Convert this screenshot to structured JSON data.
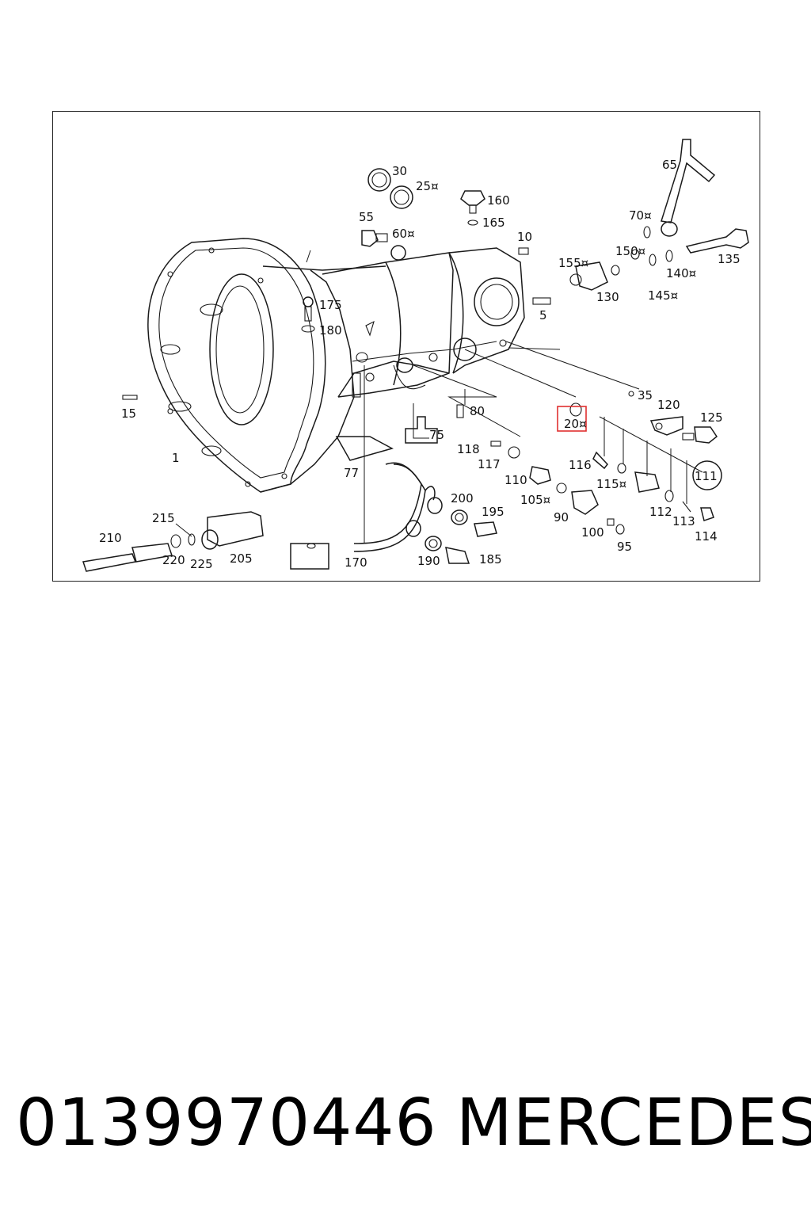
{
  "diagram": {
    "callouts": [
      {
        "id": "c30",
        "text": "30"
      },
      {
        "id": "c25",
        "text": "25¤"
      },
      {
        "id": "c160",
        "text": "160"
      },
      {
        "id": "c165",
        "text": "165"
      },
      {
        "id": "c55",
        "text": "55"
      },
      {
        "id": "c60",
        "text": "60¤"
      },
      {
        "id": "c10",
        "text": "10"
      },
      {
        "id": "c65",
        "text": "65"
      },
      {
        "id": "c70",
        "text": "70¤"
      },
      {
        "id": "c150",
        "text": "150¤"
      },
      {
        "id": "c155",
        "text": "155¤"
      },
      {
        "id": "c130",
        "text": "130"
      },
      {
        "id": "c140",
        "text": "140¤"
      },
      {
        "id": "c145",
        "text": "145¤"
      },
      {
        "id": "c135",
        "text": "135"
      },
      {
        "id": "c175",
        "text": "175"
      },
      {
        "id": "c180",
        "text": "180"
      },
      {
        "id": "c5",
        "text": "5"
      },
      {
        "id": "c35",
        "text": "35"
      },
      {
        "id": "c120",
        "text": "120"
      },
      {
        "id": "c125",
        "text": "125"
      },
      {
        "id": "c15",
        "text": "15"
      },
      {
        "id": "c80",
        "text": "80"
      },
      {
        "id": "c20",
        "text": "20¤"
      },
      {
        "id": "c75",
        "text": "75"
      },
      {
        "id": "c1",
        "text": "1"
      },
      {
        "id": "c118",
        "text": "118"
      },
      {
        "id": "c117",
        "text": "117"
      },
      {
        "id": "c116",
        "text": "116"
      },
      {
        "id": "c77",
        "text": "77"
      },
      {
        "id": "c110",
        "text": "110"
      },
      {
        "id": "c115",
        "text": "115¤"
      },
      {
        "id": "c111",
        "text": "111"
      },
      {
        "id": "c200",
        "text": "200"
      },
      {
        "id": "c105",
        "text": "105¤"
      },
      {
        "id": "c112",
        "text": "112"
      },
      {
        "id": "c195",
        "text": "195"
      },
      {
        "id": "c90",
        "text": "90"
      },
      {
        "id": "c113",
        "text": "113"
      },
      {
        "id": "c215",
        "text": "215"
      },
      {
        "id": "c100",
        "text": "100"
      },
      {
        "id": "c114",
        "text": "114"
      },
      {
        "id": "c210",
        "text": "210"
      },
      {
        "id": "c95",
        "text": "95"
      },
      {
        "id": "c220",
        "text": "220"
      },
      {
        "id": "c225",
        "text": "225"
      },
      {
        "id": "c205",
        "text": "205"
      },
      {
        "id": "c170",
        "text": "170"
      },
      {
        "id": "c190",
        "text": "190"
      },
      {
        "id": "c185",
        "text": "185"
      }
    ],
    "highlight_color": "#e03030"
  },
  "footer": {
    "part_number": "0139970446",
    "brand": "MERCEDES"
  }
}
